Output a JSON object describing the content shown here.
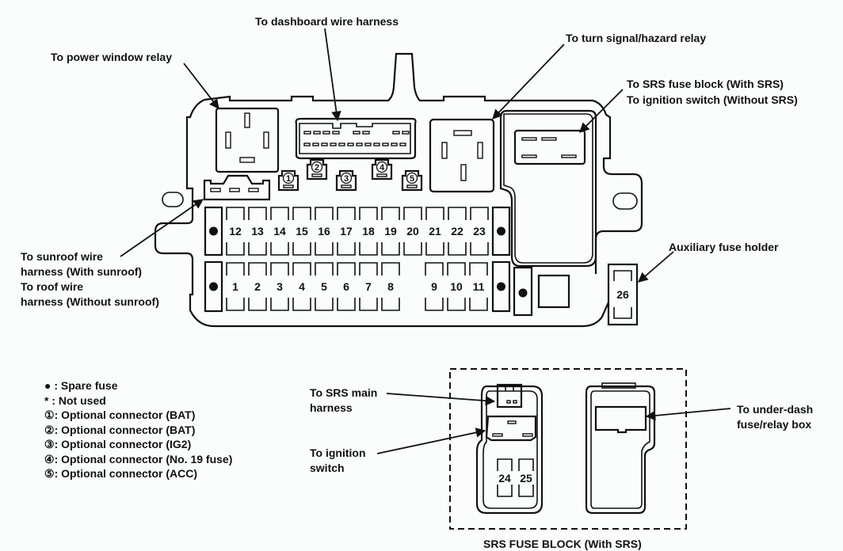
{
  "callouts": {
    "dashboard_harness": "To dashboard wire harness",
    "power_window_relay": "To power window relay",
    "turn_signal_relay": "To turn signal/hazard relay",
    "srs_fuse_block_line1": "To SRS fuse block (With SRS)",
    "srs_fuse_block_line2": "To ignition switch (Without SRS)",
    "sunroof_line1": "To sunroof wire",
    "sunroof_line2": "harness (With sunroof)",
    "sunroof_line3": "To roof wire",
    "sunroof_line4": "harness (Without sunroof)",
    "aux_fuse_holder": "Auxiliary fuse holder",
    "srs_main_line1": "To SRS main",
    "srs_main_line2": "harness",
    "ignition_line1": "To ignition",
    "ignition_line2": "switch",
    "underdash_line1": "To under-dash",
    "underdash_line2": "fuse/relay box"
  },
  "fuses": {
    "top_row": [
      "12",
      "13",
      "14",
      "15",
      "16",
      "17",
      "18",
      "19",
      "20",
      "21",
      "22",
      "23"
    ],
    "bottom_row_left": [
      "1",
      "2",
      "3",
      "4",
      "5",
      "6",
      "7",
      "8"
    ],
    "bottom_row_right": [
      "9",
      "10",
      "11"
    ],
    "auxiliary": "26",
    "srs_block": [
      "24",
      "25"
    ]
  },
  "optional_connectors": [
    "①",
    "②",
    "③",
    "④",
    "⑤"
  ],
  "legend": [
    {
      "symbol": "●",
      "text": " : Spare fuse"
    },
    {
      "symbol": "*",
      "text": "  : Not used"
    },
    {
      "symbol": "①",
      "text": ": Optional connector (BAT)"
    },
    {
      "symbol": "②",
      "text": ": Optional connector (BAT)"
    },
    {
      "symbol": "③",
      "text": ": Optional connector (IG2)"
    },
    {
      "symbol": "④",
      "text": ": Optional connector (No. 19 fuse)"
    },
    {
      "symbol": "⑤",
      "text": ": Optional connector (ACC)"
    }
  ],
  "srs_block_title": "SRS FUSE BLOCK (With SRS)"
}
